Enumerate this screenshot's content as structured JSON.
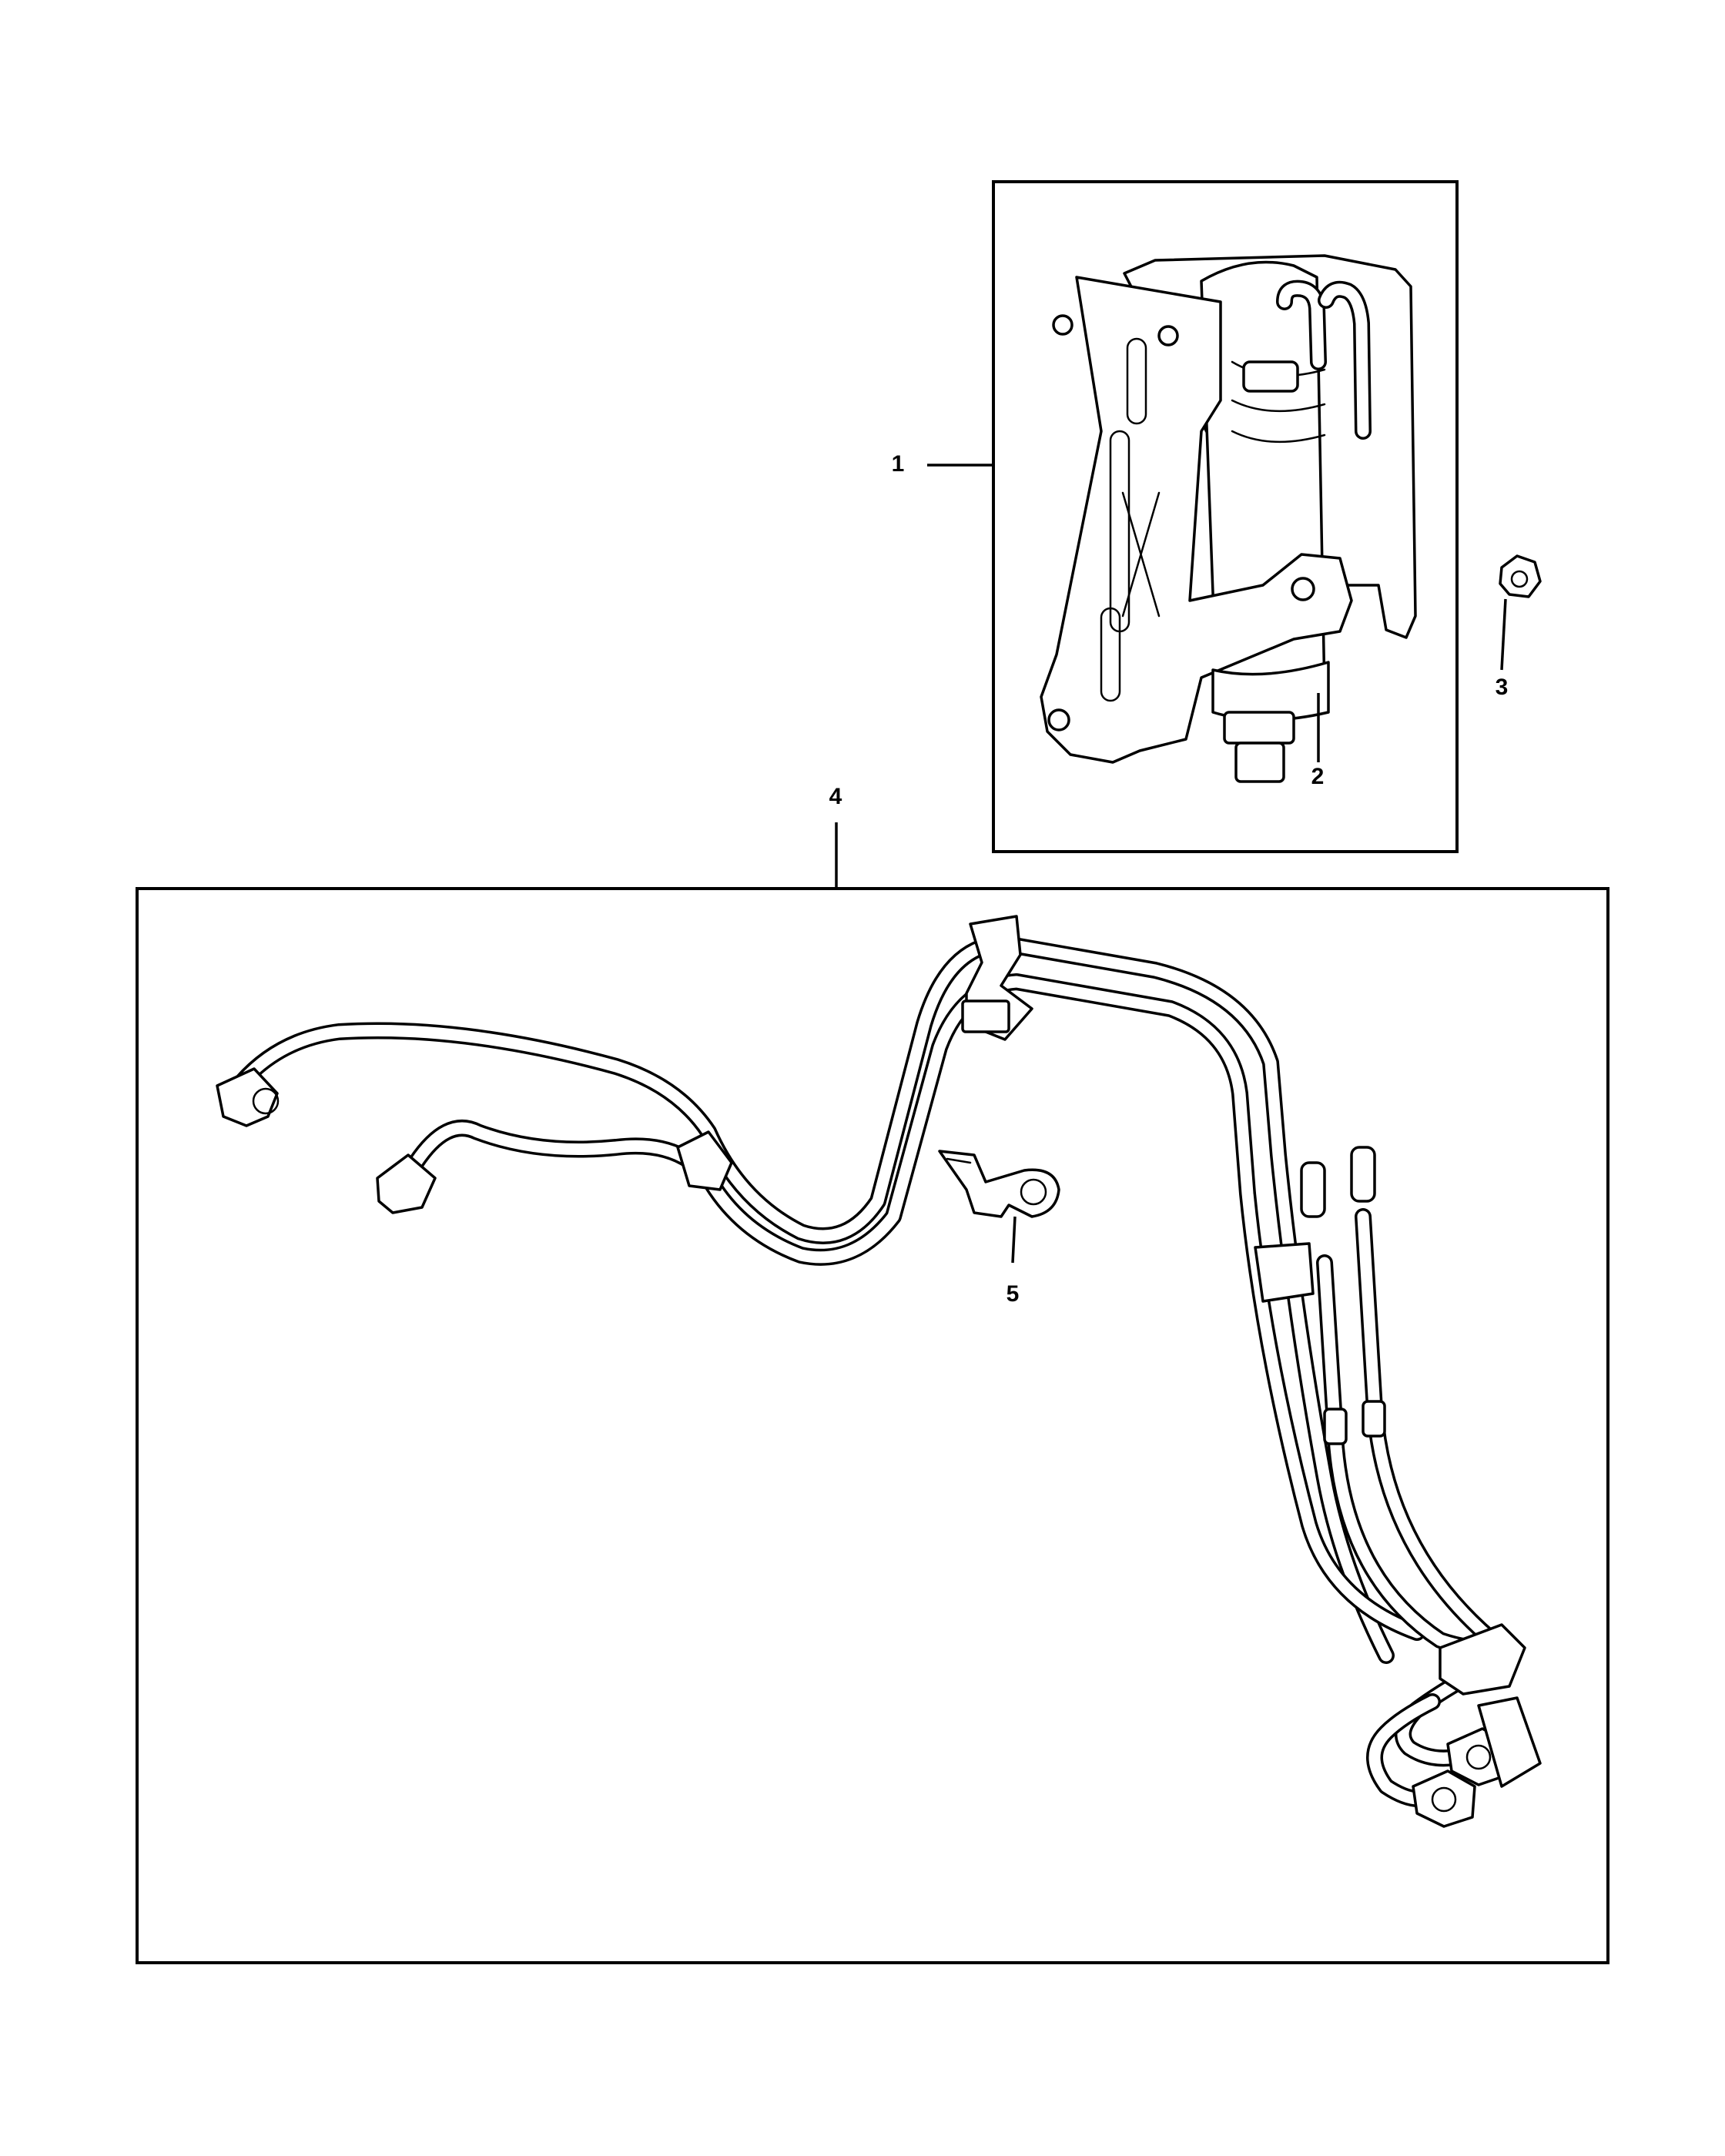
{
  "callouts": [
    {
      "id": "callout-1",
      "label": "1"
    },
    {
      "id": "callout-2",
      "label": "2"
    },
    {
      "id": "callout-3",
      "label": "3"
    },
    {
      "id": "callout-4",
      "label": "4"
    },
    {
      "id": "callout-5",
      "label": "5"
    }
  ],
  "parts": [
    {
      "ref": "1",
      "icon": "fuel-filter-bracket-assembly-icon"
    },
    {
      "ref": "2",
      "icon": "fuel-filter-element-icon"
    },
    {
      "ref": "3",
      "icon": "hex-nut-icon"
    },
    {
      "ref": "4",
      "icon": "fuel-tube-bundle-icon"
    },
    {
      "ref": "5",
      "icon": "tube-clip-icon"
    }
  ]
}
